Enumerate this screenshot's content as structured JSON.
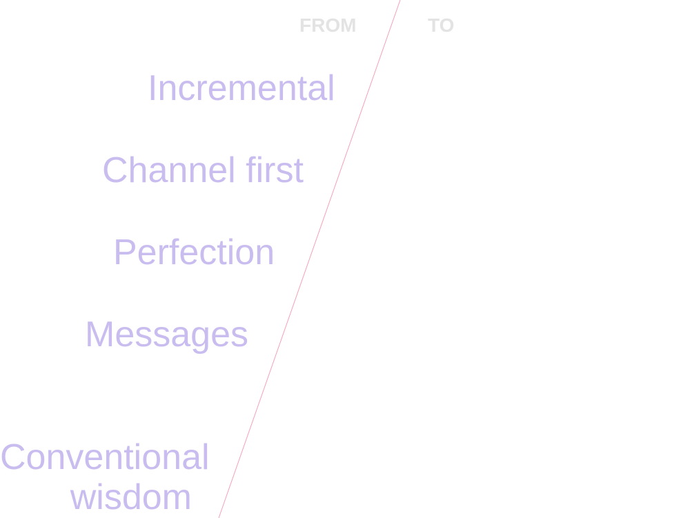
{
  "headers": {
    "from": "FROM",
    "to": "TO"
  },
  "from_items": [
    "Incremental",
    "Channel first",
    "Perfection",
    "Messages"
  ],
  "from_item_multiline": {
    "line1": "Conventional",
    "line2": "wisdom"
  },
  "colors": {
    "item_text": "#c9bdf0",
    "header_text": "#e3e3e3",
    "divider": "#f4a0b8"
  }
}
